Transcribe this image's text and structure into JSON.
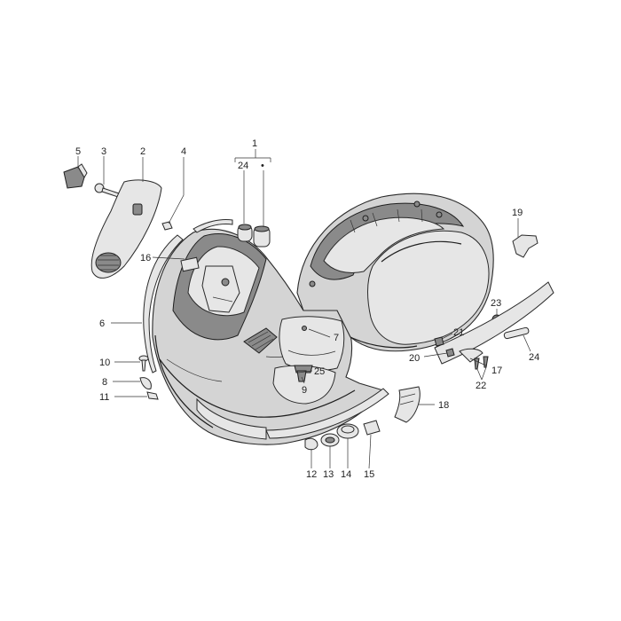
{
  "callouts": {
    "c1": "1",
    "c1_24": "24",
    "c1_dot": "•",
    "c2": "2",
    "c3": "3",
    "c4": "4",
    "c5": "5",
    "c6": "6",
    "c7": "7",
    "c8": "8",
    "c9": "9",
    "c10": "10",
    "c11": "11",
    "c12": "12",
    "c13": "13",
    "c14": "14",
    "c15": "15",
    "c16": "16",
    "c17": "17",
    "c18": "18",
    "c19": "19",
    "c20": "20",
    "c21": "21",
    "c22": "22",
    "c23": "23",
    "c24": "24",
    "c25": "25"
  }
}
